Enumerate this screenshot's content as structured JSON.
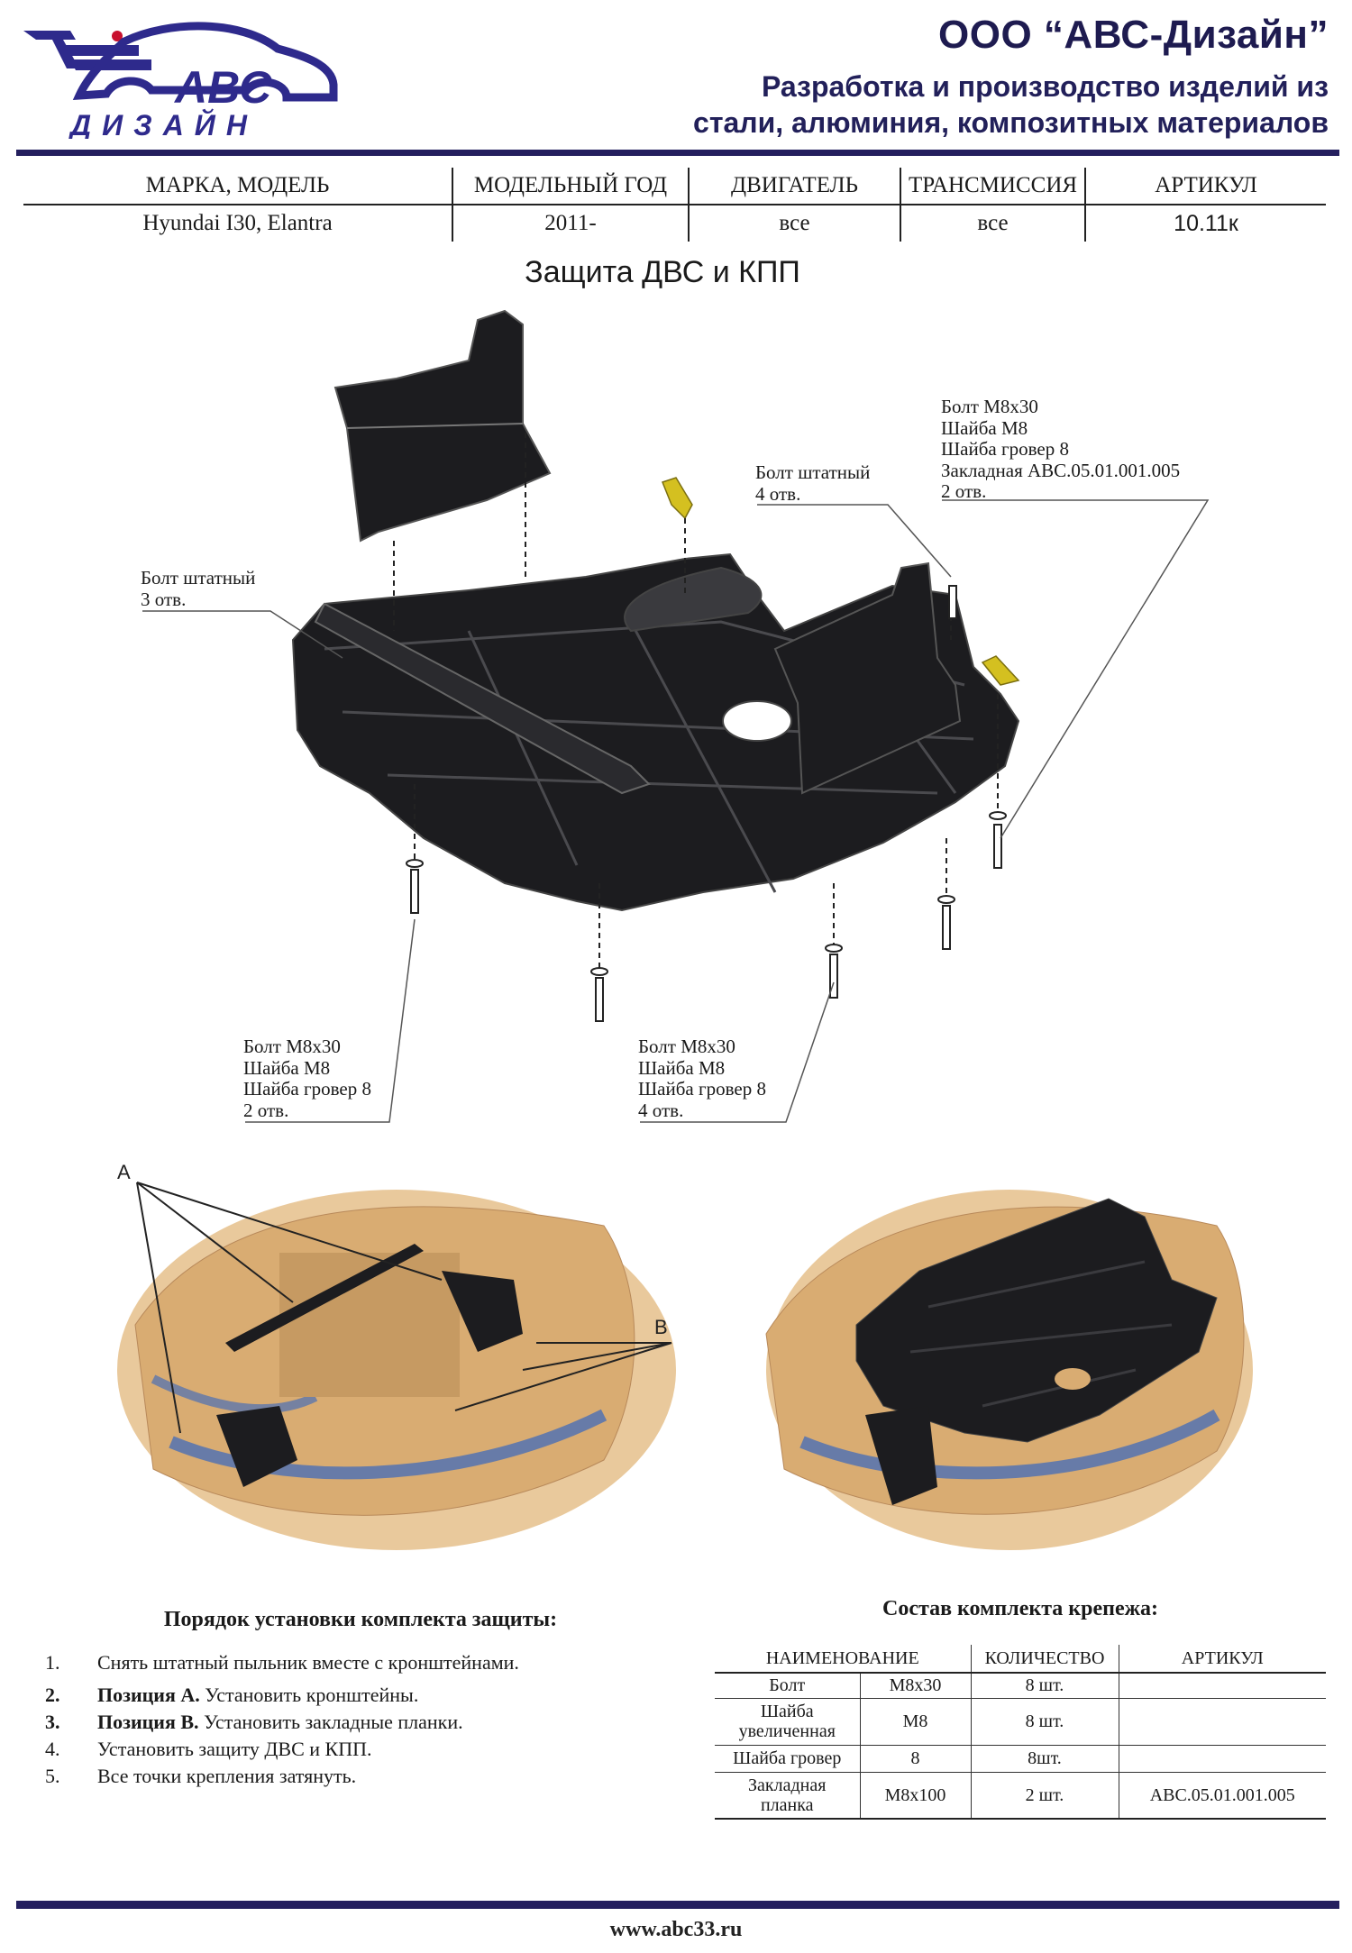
{
  "header": {
    "logo_text": "АВС",
    "logo_sub": "ДИЗАЙН",
    "company": "ООО “АВС-Дизайн”",
    "tagline_1": "Разработка и производство изделий из",
    "tagline_2": "стали, алюминия, композитных материалов"
  },
  "spec": {
    "headers": [
      "МАРКА, МОДЕЛЬ",
      "МОДЕЛЬНЫЙ ГОД",
      "ДВИГАТЕЛЬ",
      "ТРАНСМИССИЯ",
      "АРТИКУЛ"
    ],
    "values": [
      "Hyundai I30, Elantra",
      "2011-",
      "все",
      "все",
      "10.11к"
    ]
  },
  "title": "Защита ДВС и КПП",
  "callouts": {
    "c1": "Болт штатный\n3 отв.",
    "c2": "Болт штатный\n4 отв.",
    "c3": "Болт М8х30\nШайба М8\nШайба гровер 8\nЗакладная АВС.05.01.001.005\n2 отв.",
    "c4": "Болт М8х30\nШайба М8\nШайба гровер 8\n2 отв.",
    "c5": "Болт М8х30\nШайба М8\nШайба гровер 8\n4 отв."
  },
  "photo_labels": {
    "a": "A",
    "b": "B"
  },
  "colors": {
    "navy": "#241f5e",
    "shield": "#1c1c1f",
    "car_body": "#d9ac72",
    "car_blue": "#4a6fb5",
    "bracket_yellow": "#d4c020"
  },
  "install": {
    "title": "Порядок установки комплекта защиты:",
    "steps": [
      {
        "num": "1.",
        "bold": "",
        "text": "Снять штатный пыльник вместе с кронштейнами."
      },
      {
        "num": "2.",
        "bold": "Позиция А.",
        "text": " Установить кронштейны."
      },
      {
        "num": "3.",
        "bold": "Позиция В.",
        "text": " Установить закладные планки."
      },
      {
        "num": "4.",
        "bold": "",
        "text": "Установить защиту ДВС и КПП."
      },
      {
        "num": "5.",
        "bold": "",
        "text": "Все точки крепления затянуть."
      }
    ]
  },
  "kit": {
    "title": "Состав комплекта крепежа:",
    "headers": [
      "НАИМЕНОВАНИЕ",
      "",
      "КОЛИЧЕСТВО",
      "АРТИКУЛ"
    ],
    "rows": [
      {
        "name": "Болт",
        "size": "М8х30",
        "qty": "8 шт.",
        "art": ""
      },
      {
        "name": "Шайба\nувеличенная",
        "size": "М8",
        "qty": "8 шт.",
        "art": ""
      },
      {
        "name": "Шайба гровер",
        "size": "8",
        "qty": "8шт.",
        "art": ""
      },
      {
        "name": "Закладная\nпланка",
        "size": "М8х100",
        "qty": "2 шт.",
        "art": "АВС.05.01.001.005"
      }
    ]
  },
  "footer": {
    "url": "www.abc33.ru"
  }
}
